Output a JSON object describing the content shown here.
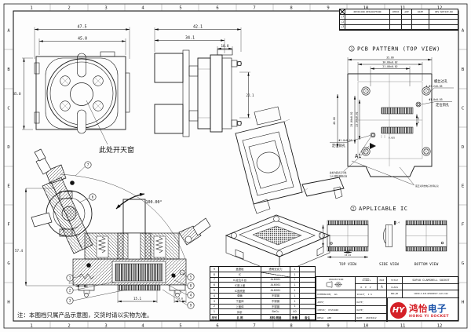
{
  "frame": {
    "cols": [
      "1",
      "2",
      "3",
      "4",
      "5",
      "6",
      "7",
      "8",
      "9",
      "10",
      "11",
      "12"
    ],
    "rows": [
      "A",
      "B",
      "C",
      "D",
      "E",
      "F",
      "G",
      "H"
    ]
  },
  "revision_table": {
    "headers": [
      "REVISION DESCRIPTION",
      "CHECK",
      "APP",
      "DATE",
      "REV.NOTICE.NO"
    ],
    "marks": [
      "△1",
      "△2",
      "△3"
    ]
  },
  "views": {
    "top": {
      "dim_outer": "47.5",
      "dim_inner": "45.0",
      "dim_height": "35.0",
      "skylight": "此处开天窗"
    },
    "side": {
      "dim_total": "42.1",
      "dim_body": "34.1",
      "dim_cap": "10.8",
      "dim_height": "22.1"
    },
    "pcb": {
      "marker": "1",
      "title": "PCB PATTERN (TOP VIEW)",
      "dim_top1": "35.66",
      "dim_top2": "30.80±0.02",
      "dim_top3": "21.00±0.02",
      "dim_left1": "40.60",
      "dim_left2": "29.00±0.02",
      "dim_left3": "23.00±0.02",
      "dim_pad_gap": "11.70",
      "dim_pitch": "0.635",
      "screw_label": "螺丝过孔",
      "screw_dim": "4-Φ3.2±0.05",
      "pin_dim": "Φ1.0±0.05",
      "pin_label": "定位销孔",
      "pin_dim_left": "Φ1.0±0.05",
      "pin_label_left": "定位销孔",
      "a1": "A1",
      "note_left1": "此处为圆点记号处",
      "note_left2": "与A1脚位置相对应",
      "note_right": "需正对鸿怡电子丝印标识"
    },
    "section": {
      "dim_height": "57.4",
      "angle": "100.00°",
      "dim_span": "15.1",
      "dim_edge": "4.0",
      "dim_small": "11.7",
      "balloons": [
        "7",
        "6",
        "1",
        "2",
        "3",
        "5",
        "8",
        "4",
        "9"
      ]
    },
    "ic": {
      "marker": "2",
      "title": "APPLICABLE IC",
      "labels": [
        "TOP VIEW",
        "SIDE VIEW",
        "BOTTOM VIEW"
      ],
      "dim_body": "10.16",
      "dim_pitch": "0.635",
      "dim_len": "15.24",
      "dim_side": "2.4"
    }
  },
  "bom": {
    "headers": [
      "序号",
      "名  称",
      "材料/规格",
      "数量",
      "备注"
    ],
    "rows": [
      [
        "9",
        "盖罩板",
        "透明亚克力",
        "1",
        ""
      ],
      [
        "8",
        "IC",
        "",
        "1",
        ""
      ],
      [
        "7",
        "IC定位平台",
        "AL6061",
        "1",
        ""
      ],
      [
        "6",
        "IC座上盖",
        "AL6061",
        "1",
        ""
      ],
      [
        "5",
        "IC座底座",
        "AL6061",
        "1",
        ""
      ],
      [
        "4",
        "弹簧",
        "不锈钢",
        "1",
        ""
      ],
      [
        "3",
        "下盖体",
        "不锈钢",
        "1",
        ""
      ],
      [
        "2",
        "上盖体",
        "不锈钢",
        "1",
        ""
      ],
      [
        "1",
        "探针",
        "BeCu",
        "40",
        ""
      ]
    ]
  },
  "title_block": {
    "projection": "PROJECTION",
    "tolerance_l1": "GENERAL",
    "tolerance_l2": "TOLERANCE",
    "mode": "MODE",
    "rev_label": "R E V",
    "rev_value": "A",
    "title_label": "TITLE",
    "title_value": "SOP40 CLAMSHELL SOCKET",
    "class_label": "CLASS",
    "class_value": "",
    "dimension_label": "DIMENSION：",
    "dimension_value": "mm",
    "scale_label": "SCALE：",
    "scale_value": "1:1",
    "dwg_label": "DWG,NO",
    "dwg_value": "SOP40-0.635-WTN9009CT.4x15.62U",
    "appv_label": "APPV：",
    "appv_value": "",
    "check_label": "CHECK：",
    "check_value": "DYZ1940",
    "desg_label": "DESG：",
    "desg_value": "LBH",
    "date_label": "DATE：",
    "date1": "",
    "date2": "",
    "date3": "20230412"
  },
  "logo": {
    "monogram": "HY",
    "cn_red": "鸿怡",
    "cn_blue": "电子",
    "en": "HONG YI SOCKET"
  },
  "note": "注：本图档只属产品示意图，交货时请以实物为准。",
  "colors": {
    "line": "#1a1a1a",
    "red": "#d42027",
    "blue": "#1b52a8"
  }
}
